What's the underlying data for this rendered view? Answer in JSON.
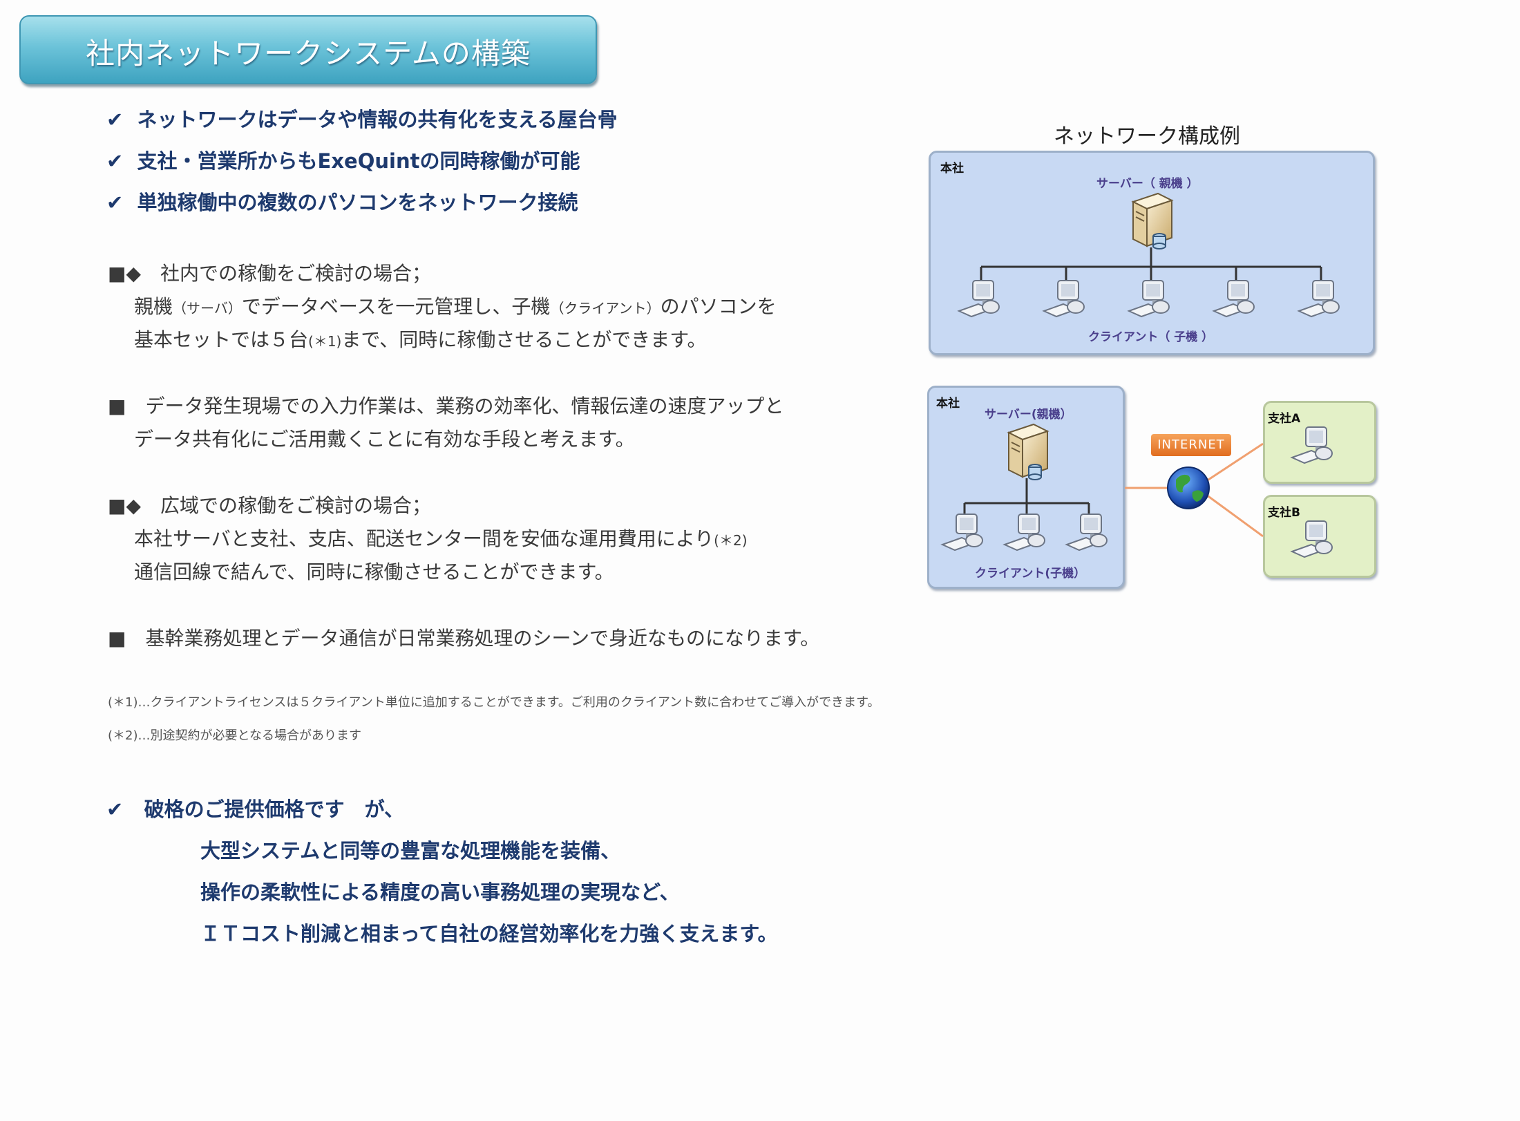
{
  "title": "社内ネットワークシステムの構築",
  "bullets": [
    "ネットワークはデータや情報の共有化を支える屋台骨",
    "支社・営業所からもExeQuintの同時稼働が可能",
    "単独稼働中の複数のパソコンをネットワーク接続"
  ],
  "check_mark": "✔",
  "section1": {
    "head": "■◆　社内での稼働をご検討の場合；",
    "line1_a": "親機",
    "line1_b": "（サーバ）",
    "line1_c": "でデータベースを一元管理し、子機",
    "line1_d": "（クライアント）",
    "line1_e": "のパソコンを",
    "line2_a": "基本セットでは５台",
    "line2_b": "(＊1)",
    "line2_c": "まで、同時に稼働させることができます。"
  },
  "section2": {
    "line1": "■　データ発生現場での入力作業は、業務の効率化、情報伝達の速度アップと",
    "line2": "データ共有化にご活用戴くことに有効な手段と考えます。"
  },
  "section3": {
    "head": "■◆　広域での稼働をご検討の場合；",
    "line1_a": "本社サーバと支社、支店、配送センター間を安価な運用費用により",
    "line1_b": "(＊2)",
    "line2": "通信回線で結んで、同時に稼働させることができます。"
  },
  "section4": "■　基幹業務処理とデータ通信が日常業務処理のシーンで身近なものになります。",
  "notes": [
    "(＊1)…クライアントライセンスは５クライアント単位に追加することができます。ご利用のクライアント数に合わせてご導入ができます。",
    "(＊2)…別途契約が必要となる場合があります"
  ],
  "closing": {
    "head": "破格のご提供価格です　が、",
    "lines": [
      "大型システムと同等の豊富な処理機能を装備、",
      "操作の柔軟性による精度の高い事務処理の実現など、",
      "ＩＴコスト削減と相まって自社の経営効率化を力強く支えます。"
    ]
  },
  "diagram": {
    "title": "ネットワーク構成例",
    "hq_label": "本社",
    "server_label": "サーバー（ 親機 ）",
    "client_label": "クライアント（ 子機 ）",
    "hq2_label": "本社",
    "server2_label": "サーバー(親機）",
    "client2_label": "クライアント(子機）",
    "internet": "INTERNET",
    "branch_a": "支社A",
    "branch_b": "支社B"
  }
}
